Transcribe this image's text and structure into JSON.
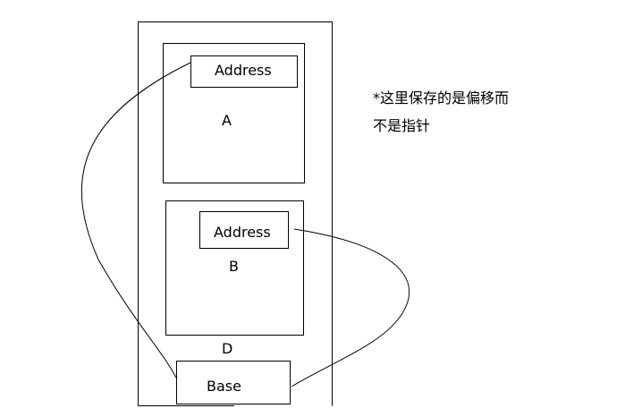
{
  "diagram": {
    "block_a": {
      "field_label": "Address",
      "label": "A"
    },
    "block_b": {
      "field_label": "Address",
      "label": "B"
    },
    "outer_label": "D",
    "base_label": "Base",
    "note": {
      "line1": "*这里保存的是偏移而",
      "line2": "不是指针"
    }
  }
}
